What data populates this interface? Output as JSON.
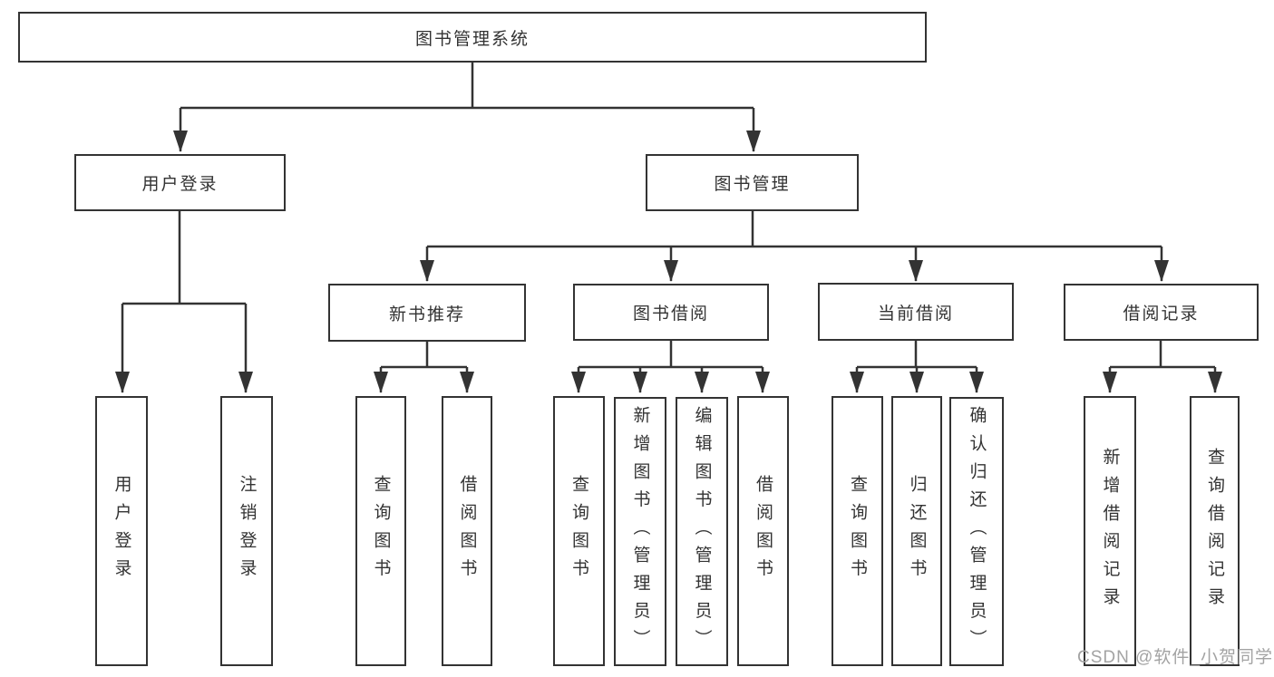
{
  "tree": {
    "label": "图书管理系统",
    "children": [
      {
        "label": "用户登录",
        "children": [
          {
            "label": "用户登录"
          },
          {
            "label": "注销登录"
          }
        ]
      },
      {
        "label": "图书管理",
        "children": [
          {
            "label": "新书推荐",
            "children": [
              {
                "label": "查询图书"
              },
              {
                "label": "借阅图书"
              }
            ]
          },
          {
            "label": "图书借阅",
            "children": [
              {
                "label": "查询图书"
              },
              {
                "label": "新增图书（管理员）"
              },
              {
                "label": "编辑图书（管理员）"
              },
              {
                "label": "借阅图书"
              }
            ]
          },
          {
            "label": "当前借阅",
            "children": [
              {
                "label": "查询图书"
              },
              {
                "label": "归还图书"
              },
              {
                "label": "确认归还（管理员）"
              }
            ]
          },
          {
            "label": "借阅记录",
            "children": [
              {
                "label": "新增借阅记录"
              },
              {
                "label": "查询借阅记录"
              }
            ]
          }
        ]
      }
    ]
  },
  "watermark": {
    "text": "CSDN @软件_小贺同学"
  },
  "colors": {
    "line": "#333333",
    "box_border": "#333333",
    "text": "#333333",
    "watermark": "#a3a3a3",
    "background": "#ffffff"
  }
}
